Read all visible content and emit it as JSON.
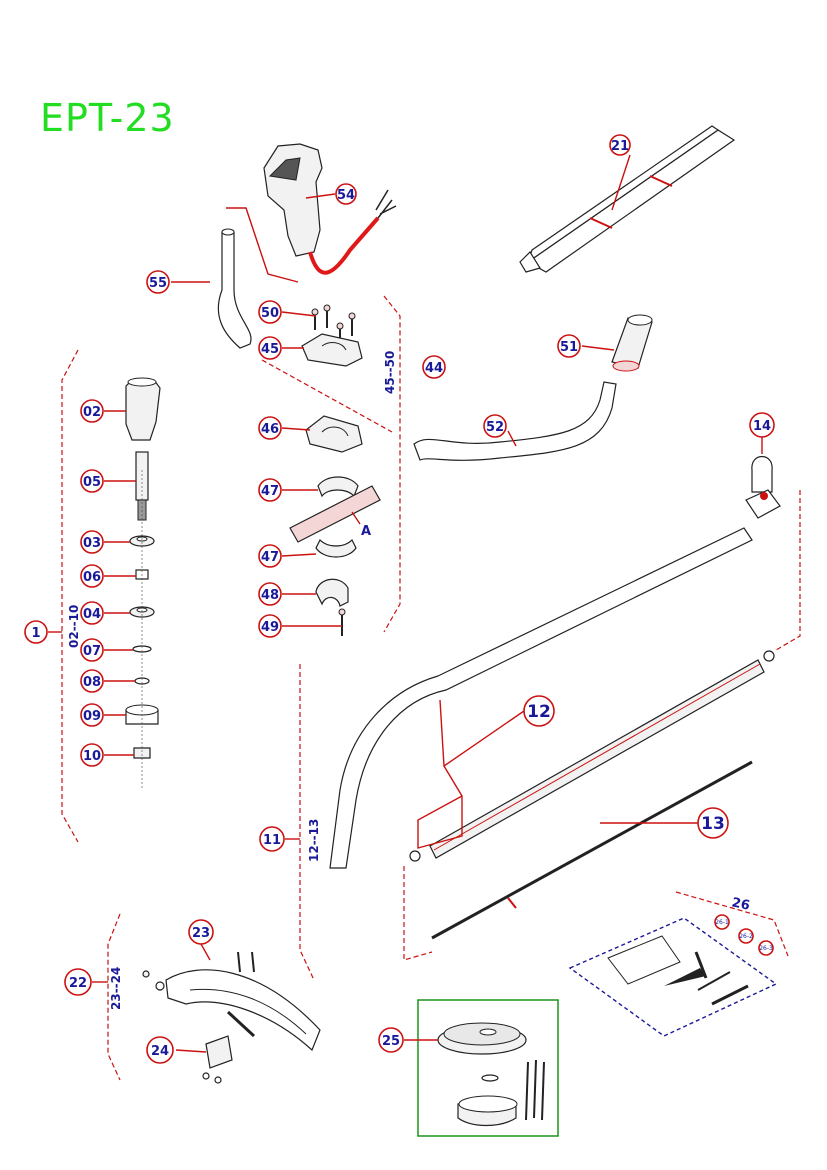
{
  "title": "EPT-23",
  "callouts": {
    "c21": "21",
    "c54": "54",
    "c55": "55",
    "c50": "50",
    "c45": "45",
    "c44": "44",
    "c51": "51",
    "c52": "52",
    "c02": "02",
    "c46": "46",
    "c14": "14",
    "c05": "05",
    "c47a": "47",
    "cA": "A",
    "c03": "03",
    "c47b": "47",
    "c06": "06",
    "c48": "48",
    "c04": "04",
    "c49": "49",
    "c1": "1",
    "c07": "07",
    "c08": "08",
    "c09": "09",
    "c12": "12",
    "c10": "10",
    "c11": "11",
    "c13": "13",
    "c26": "26",
    "c26_1": "26-1",
    "c26_2": "26-2",
    "c26_3": "26-3",
    "c23": "23",
    "c22": "22",
    "c24": "24",
    "c25": "25"
  },
  "ranges": {
    "r45_50": "45--50",
    "r02_10": "02--10",
    "r12_13": "12--13",
    "r23_24": "23--24"
  },
  "colors": {
    "title": "#22dd22",
    "callout_text": "#1a1a99",
    "leader": "#cc1111",
    "kit_box": "#2a9a2a",
    "tool_box": "#1a1a99",
    "cable": "#e01818"
  }
}
